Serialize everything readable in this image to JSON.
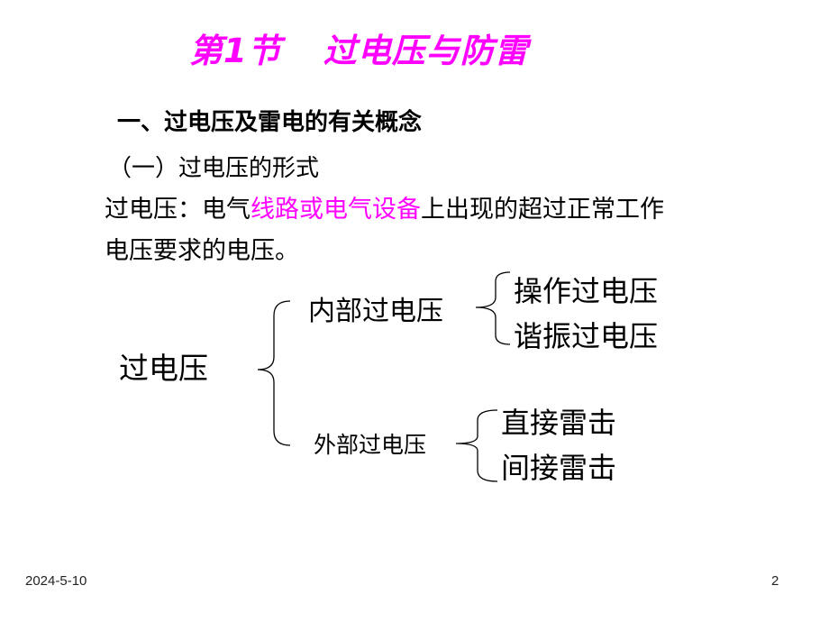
{
  "colors": {
    "accent": "#FF00FF",
    "text": "#000000",
    "footer_text": "#222222"
  },
  "slide": {
    "title": {
      "part1": "第1节",
      "part2": "过电压与防雷"
    },
    "heading1": "一、过电压及雷电的有关概念",
    "heading2": "（一）过电压的形式",
    "definition": {
      "prefix": "过电压：电气",
      "highlight": "线路或电气设备",
      "suffix": "上出现的超过正常工作",
      "line2": "电压要求的电压。"
    },
    "diagram": {
      "root": "过电压",
      "branches": [
        {
          "label": "内部过电压",
          "children": [
            "操作过电压",
            "谐振过电压"
          ]
        },
        {
          "label": "外部过电压",
          "children": [
            "直接雷击",
            "间接雷击"
          ]
        }
      ]
    },
    "footer": {
      "date": "2024-5-10",
      "page_number": "2"
    }
  }
}
